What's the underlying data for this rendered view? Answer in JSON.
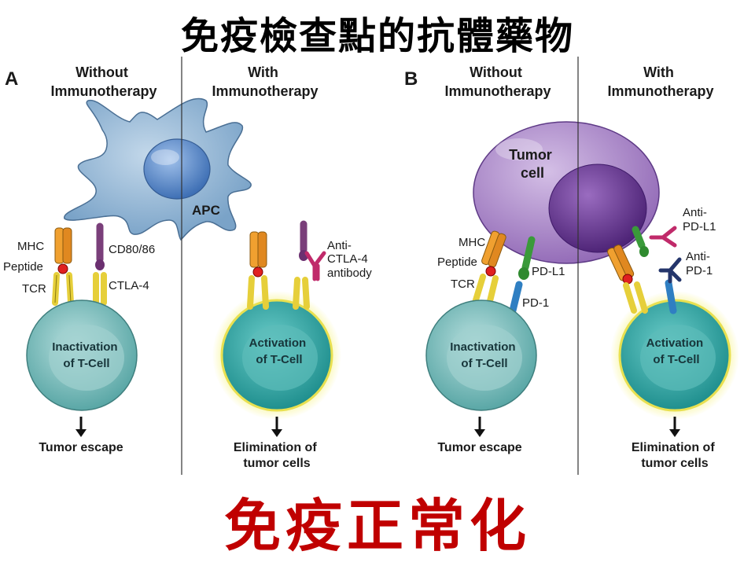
{
  "title_top": "免疫檢查點的抗體藥物",
  "title_bottom": "免疫正常化",
  "panel_a": {
    "letter": "A",
    "left_header": [
      "Without",
      "Immunotherapy"
    ],
    "right_header": [
      "With",
      "Immunotherapy"
    ],
    "apc_label": "APC",
    "mhc": "MHC",
    "peptide": "Peptide",
    "tcr": "TCR",
    "cd80": "CD80/86",
    "ctla4": "CTLA-4",
    "antibody": [
      "Anti-",
      "CTLA-4",
      "antibody"
    ],
    "left_cell": [
      "Inactivation",
      "of T-Cell"
    ],
    "right_cell": [
      "Activation",
      "of T-Cell"
    ],
    "left_outcome": [
      "Tumor escape"
    ],
    "right_outcome": [
      "Elimination of",
      "tumor cells"
    ]
  },
  "panel_b": {
    "letter": "B",
    "left_header": [
      "Without",
      "Immunotherapy"
    ],
    "right_header": [
      "With",
      "Immunotherapy"
    ],
    "tumor_label": [
      "Tumor",
      "cell"
    ],
    "mhc": "MHC",
    "peptide": "Peptide",
    "tcr": "TCR",
    "pdl1": "PD-L1",
    "pd1": "PD-1",
    "anti_pdl1": [
      "Anti-",
      "PD-L1"
    ],
    "anti_pd1": [
      "Anti-",
      "PD-1"
    ],
    "left_cell": [
      "Inactivation",
      "of T-Cell"
    ],
    "right_cell": [
      "Activation",
      "of T-Cell"
    ],
    "left_outcome": [
      "Tumor escape"
    ],
    "right_outcome": [
      "Elimination of",
      "tumor cells"
    ]
  },
  "colors": {
    "apc": "#8fb3d3",
    "apc_nucleus": "#5b86c4",
    "tumor": "#a77fc5",
    "tumor_nucleus": "#6b3e96",
    "tcell": "#7fc4c2",
    "tcell_active": "#38a8a6",
    "glow": "#f3f06a",
    "mhc": "#f0a030",
    "tcr": "#e6cf3a",
    "cd80": "#7a3f7a",
    "ctla4_ab": "#c02a6a",
    "pdl1": "#3a9a3a",
    "pd1": "#2f7fc2",
    "anti_pd1": "#24356b",
    "title_red": "#c00000"
  }
}
